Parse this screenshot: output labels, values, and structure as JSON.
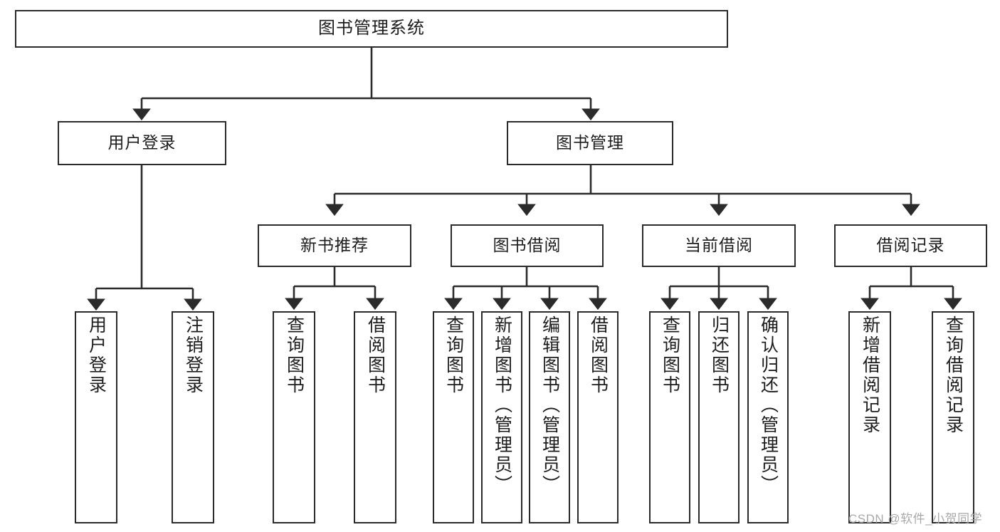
{
  "diagram": {
    "title": "图书管理系统",
    "type": "tree-hierarchy-chart",
    "watermark": "CSDN @软件_小贺同学",
    "colors": {
      "box_border": "#2b2b2b",
      "box_fill": "#ffffff",
      "connector": "#2b2b2b",
      "text": "#1d1d1d",
      "watermark": "#a8a8a8"
    },
    "root": {
      "label": "图书管理系统"
    },
    "level2": [
      {
        "label": "用户登录"
      },
      {
        "label": "图书管理"
      }
    ],
    "level3": [
      {
        "label": "新书推荐"
      },
      {
        "label": "图书借阅"
      },
      {
        "label": "当前借阅"
      },
      {
        "label": "借阅记录"
      }
    ],
    "leaves": {
      "user_login": [
        {
          "label": "用户登录"
        },
        {
          "label": "注销登录"
        }
      ],
      "new_book_recommend": [
        {
          "label": "查询图书"
        },
        {
          "label": "借阅图书"
        }
      ],
      "book_borrow": [
        {
          "label": "查询图书"
        },
        {
          "label": "新增图书（管理员）"
        },
        {
          "label": "编辑图书（管理员）"
        },
        {
          "label": "借阅图书"
        }
      ],
      "current_borrow": [
        {
          "label": "查询图书"
        },
        {
          "label": "归还图书"
        },
        {
          "label": "确认归还（管理员）"
        }
      ],
      "borrow_record": [
        {
          "label": "新增借阅记录"
        },
        {
          "label": "查询借阅记录"
        }
      ]
    }
  }
}
